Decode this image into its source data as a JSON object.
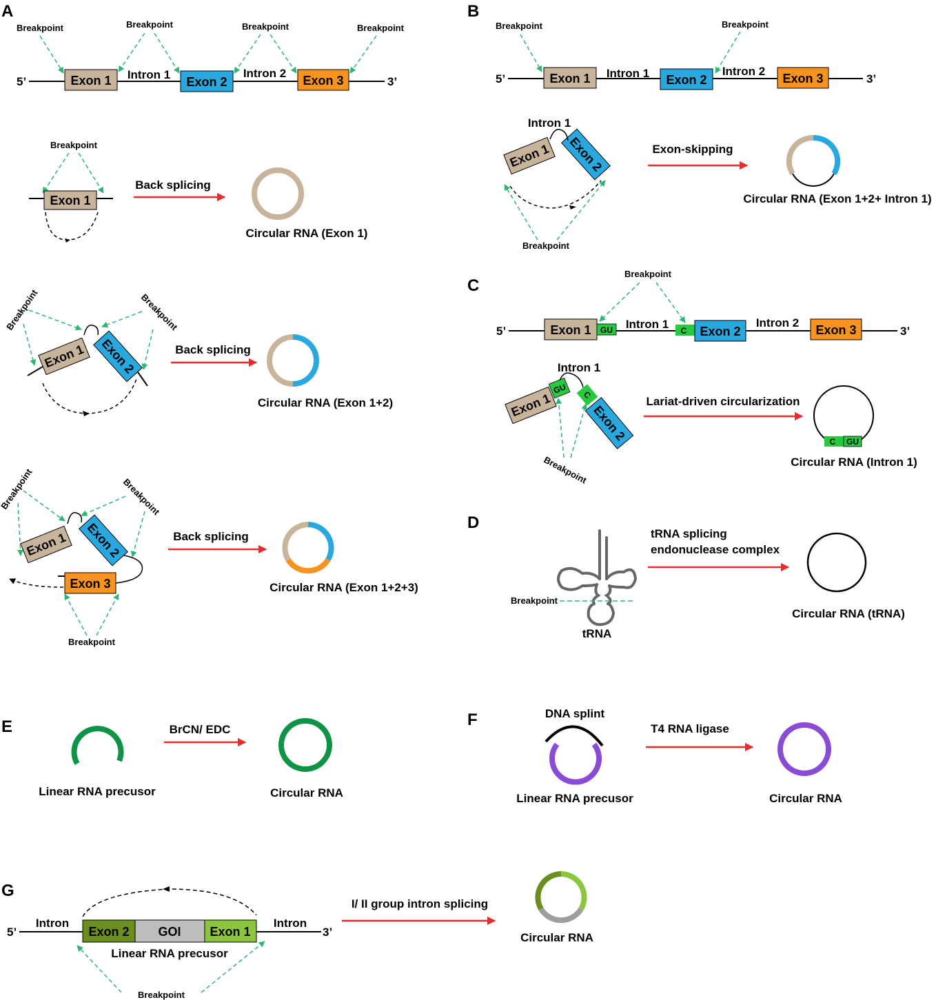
{
  "colors": {
    "exon1": "#c8b49a",
    "exon2": "#29a8e0",
    "exon3": "#f7931e",
    "arrow": "#ee2a2a",
    "breakpoint_line": "#2bb673",
    "green_circle": "#0f9447",
    "purple_circle": "#8a4bd6",
    "gu_box": "#27c93f",
    "g_exon2": "#6b8e1f",
    "g_goi": "#bdbdbd",
    "g_exon1": "#8cc63f"
  },
  "panels": {
    "A": {
      "label": "A",
      "breakpoint": "Breakpoint",
      "five_prime": "5’",
      "three_prime": "3’",
      "exon1": "Exon 1",
      "exon2": "Exon 2",
      "exon3": "Exon 3",
      "intron1": "Intron 1",
      "intron2": "Intron 2",
      "back_splicing": "Back splicing",
      "circ1": "Circular RNA (Exon 1)",
      "circ12": "Circular RNA (Exon 1+2)",
      "circ123": "Circular RNA (Exon 1+2+3)"
    },
    "B": {
      "label": "B",
      "breakpoint": "Breakpoint",
      "five_prime": "5’",
      "three_prime": "3’",
      "exon1": "Exon 1",
      "exon2": "Exon 2",
      "exon3": "Exon 3",
      "intron1": "Intron 1",
      "intron2": "Intron 2",
      "arrow_label": "Exon-skipping",
      "circ": "Circular RNA (Exon 1+2+ Intron 1)"
    },
    "C": {
      "label": "C",
      "breakpoint": "Breakpoint",
      "five_prime": "5’",
      "three_prime": "3’",
      "exon1": "Exon 1",
      "exon2": "Exon 2",
      "exon3": "Exon 3",
      "intron1": "Intron 1",
      "intron2": "Intron 2",
      "gu": "GU",
      "c": "C",
      "arrow_label": "Lariat-driven circularization",
      "circ": "Circular RNA (Intron 1)"
    },
    "D": {
      "label": "D",
      "breakpoint": "Breakpoint",
      "trna": "tRNA",
      "arrow_label_1": "tRNA splicing",
      "arrow_label_2": "endonuclease complex",
      "circ": "Circular RNA (tRNA)"
    },
    "E": {
      "label": "E",
      "arrow_label": "BrCN/ EDC",
      "linear": "Linear RNA precusor",
      "circ": "Circular RNA"
    },
    "F": {
      "label": "F",
      "splint": "DNA splint",
      "arrow_label": "T4 RNA ligase",
      "linear": "Linear RNA precusor",
      "circ": "Circular RNA"
    },
    "G": {
      "label": "G",
      "five_prime": "5’",
      "three_prime": "3’",
      "intron": "Intron",
      "exon2": "Exon 2",
      "goi": "GOI",
      "exon1": "Exon 1",
      "linear": "Linear RNA precusor",
      "breakpoint": "Breakpoint",
      "arrow_label": "I/ II group intron splicing",
      "circ": "Circular RNA"
    }
  }
}
